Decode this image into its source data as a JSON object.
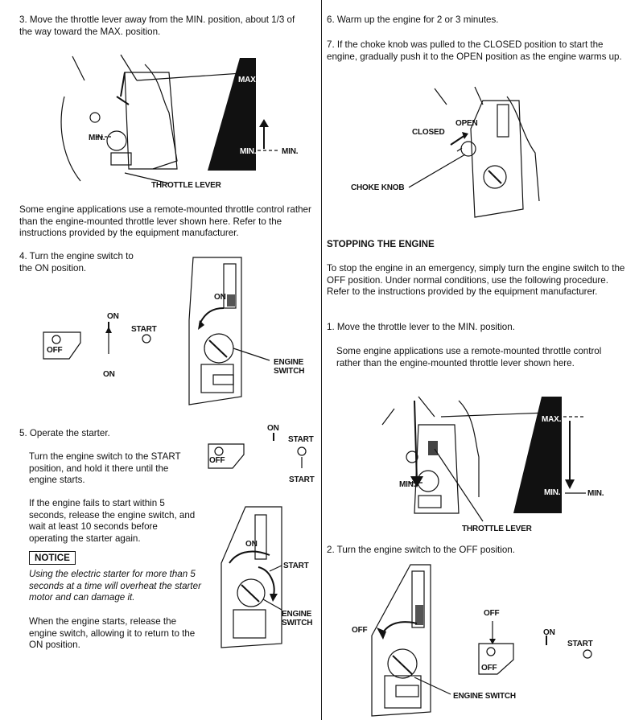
{
  "left": {
    "step3": "3. Move the throttle lever away from the MIN. position, about 1/3 of the way toward the MAX. position.",
    "fig1": {
      "min": "MIN.",
      "max": "MAX.",
      "min_right": "MIN.",
      "min_scale": "MIN.",
      "throttle_lever": "THROTTLE LEVER"
    },
    "remote_note": "Some engine applications use a remote-mounted throttle control rather than the engine-mounted throttle lever shown here. Refer to the instructions provided by the equipment manufacturer.",
    "step4": "4. Turn the engine switch to the ON position.",
    "fig2": {
      "on_top": "ON",
      "start": "START",
      "off": "OFF",
      "on_bottom": "ON",
      "on_panel": "ON",
      "engine_switch_1": "ENGINE",
      "engine_switch_2": "SWITCH"
    },
    "step5": "5. Operate the starter.",
    "step5_p1": "Turn the engine switch to the START position, and hold it there until the engine starts.",
    "step5_p2": "If the engine fails to start within 5 seconds, release the engine switch, and wait at least 10 seconds before operating the starter again.",
    "notice_label": "NOTICE",
    "notice_text": "Using the electric starter for more than 5 seconds at a time will overheat the starter motor and can damage it.",
    "step5_p3": "When the engine starts, release the engine switch, allowing it to return to the ON position.",
    "fig3": {
      "on": "ON",
      "start_top": "START",
      "off": "OFF",
      "start_bottom": "START",
      "on_panel": "ON",
      "start_panel": "START",
      "engine_switch_1": "ENGINE",
      "engine_switch_2": "SWITCH"
    }
  },
  "right": {
    "step6": "6. Warm up the engine for 2 or 3 minutes.",
    "step7": "7. If the choke knob was pulled to the CLOSED position to start the engine, gradually push it to the OPEN position as the engine warms up.",
    "fig4": {
      "closed": "CLOSED",
      "open": "OPEN",
      "choke_knob": "CHOKE KNOB"
    },
    "stopping_heading": "STOPPING THE ENGINE",
    "stopping_p1": "To stop the engine in an emergency, simply turn the engine switch to the OFF position. Under normal conditions, use the following procedure. Refer to the instructions provided by the equipment manufacturer.",
    "stop_step1": "1. Move the throttle lever to the MIN. position.",
    "stop_note": "Some engine applications use a remote-mounted throttle control rather than the engine-mounted throttle lever shown here.",
    "fig5": {
      "max": "MAX.",
      "min_scale": "MIN.",
      "min": "MIN.",
      "min_right": "MIN.",
      "throttle_lever": "THROTTLE LEVER"
    },
    "stop_step2": "2. Turn the engine switch to the OFF position.",
    "fig6": {
      "off_panel": "OFF",
      "off_top": "OFF",
      "off_switch": "OFF",
      "on": "ON",
      "start": "START",
      "engine_switch": "ENGINE SWITCH"
    }
  }
}
